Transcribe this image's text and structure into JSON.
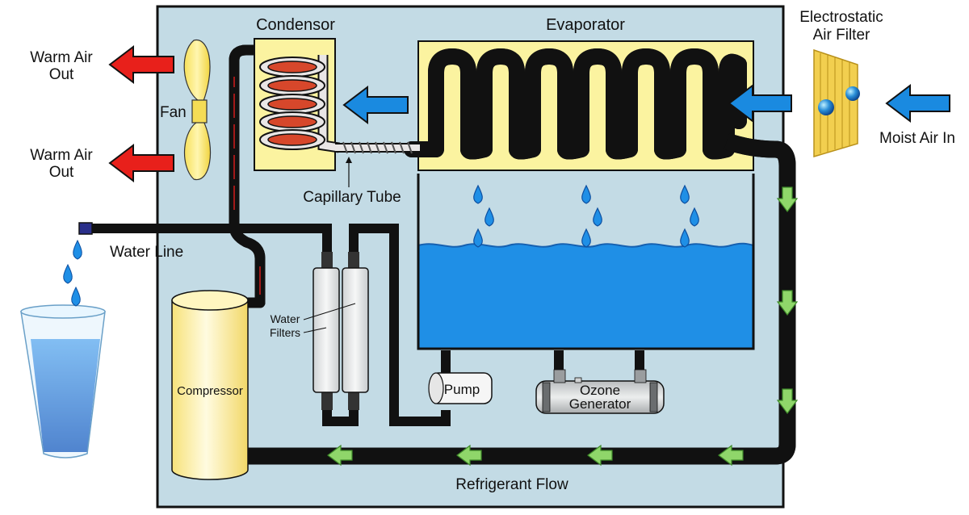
{
  "labels": {
    "condensor": "Condensor",
    "evaporator": "Evaporator",
    "filter_line1": "Electrostatic",
    "filter_line2": "Air Filter",
    "warm_air_1_line1": "Warm Air",
    "warm_air_1_line2": "Out",
    "warm_air_2_line1": "Warm Air",
    "warm_air_2_line2": "Out",
    "fan": "Fan",
    "capillary_tube": "Capillary Tube",
    "water_line": "Water Line",
    "moist_air_in": "Moist Air In",
    "water_filters_line1": "Water",
    "water_filters_line2": "Filters",
    "compressor": "Compressor",
    "pump": "Pump",
    "ozone_line1": "Ozone",
    "ozone_line2": "Generator",
    "refrigerant_flow": "Refrigerant Flow"
  },
  "colors": {
    "cabinet": "#c3dbe5",
    "outline": "#111111",
    "coil_box": "#fbf3a0",
    "tube": "#e9e6e6",
    "water": "#1f8fe6",
    "water_dark": "#1560b0",
    "warm_arrow": "#e8201b",
    "air_arrow": "#1a8ae0",
    "flow_arrow": "#8fd66a",
    "condenser_plate": "#d7472b",
    "compressor": "#fcf1a8",
    "filter_panel": "#f2cf4f"
  },
  "icons": {
    "fan": "fan-icon",
    "glass": "water-glass-icon",
    "drop": "water-drop-icon",
    "dust": "dust-particle-icon"
  }
}
